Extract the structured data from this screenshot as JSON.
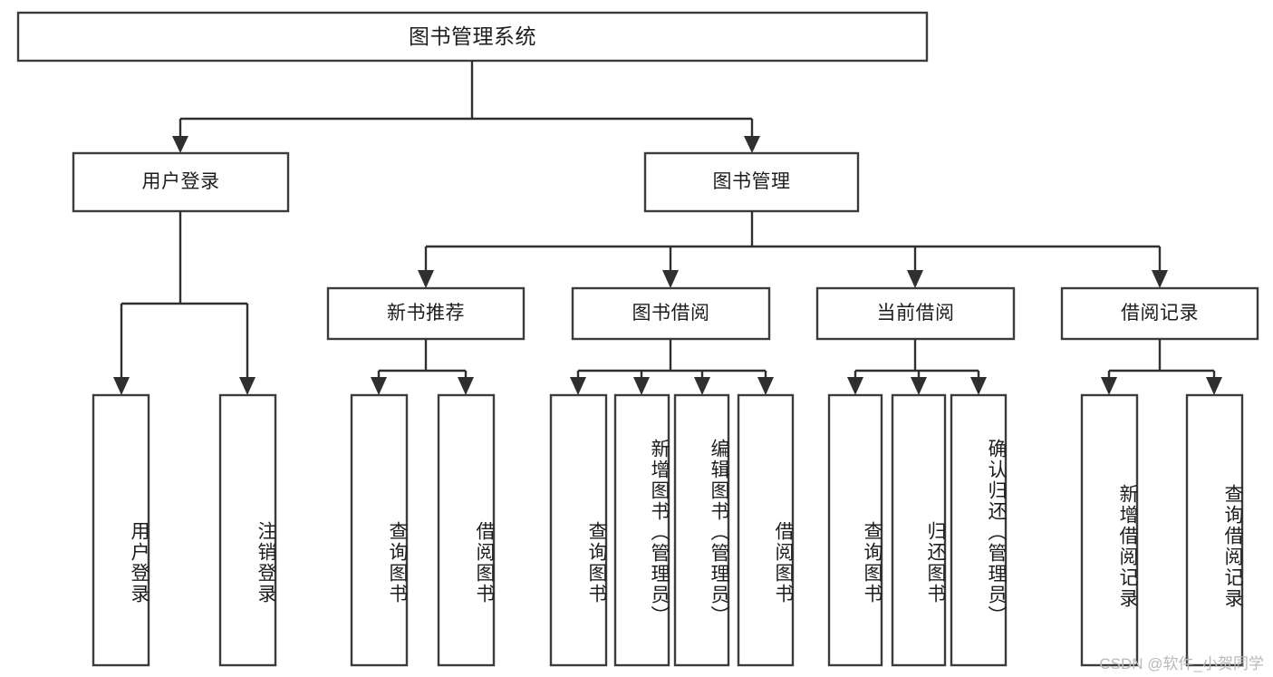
{
  "diagram": {
    "kind": "tree-structure-chart",
    "title": "图书管理系统",
    "background_color": "#ffffff",
    "box_stroke_color": "#3c3c3c",
    "connector_color": "#2f2f2f",
    "text_color": "#1d1d1d"
  },
  "nodes": {
    "root": {
      "label": "图书管理系统"
    },
    "level1": [
      {
        "label": "用户登录"
      },
      {
        "label": "图书管理"
      }
    ],
    "level2": [
      {
        "label": "新书推荐"
      },
      {
        "label": "图书借阅"
      },
      {
        "label": "当前借阅"
      },
      {
        "label": "借阅记录"
      }
    ],
    "leaves": {
      "user_login": [
        {
          "label": "用户登录"
        },
        {
          "label": "注销登录"
        }
      ],
      "new_book_recommend": [
        {
          "label": "查询图书"
        },
        {
          "label": "借阅图书"
        }
      ],
      "book_borrow": [
        {
          "label": "查询图书"
        },
        {
          "label": "新增图书（管理员）"
        },
        {
          "label": "编辑图书（管理员）"
        },
        {
          "label": "借阅图书"
        }
      ],
      "current_borrow": [
        {
          "label": "查询图书"
        },
        {
          "label": "归还图书"
        },
        {
          "label": "确认归还（管理员）"
        }
      ],
      "borrow_record": [
        {
          "label": "新增借阅记录"
        },
        {
          "label": "查询借阅记录"
        }
      ]
    }
  },
  "watermark": {
    "text": "CSDN @软件_小贺同学",
    "color": "#b9b9b9"
  }
}
